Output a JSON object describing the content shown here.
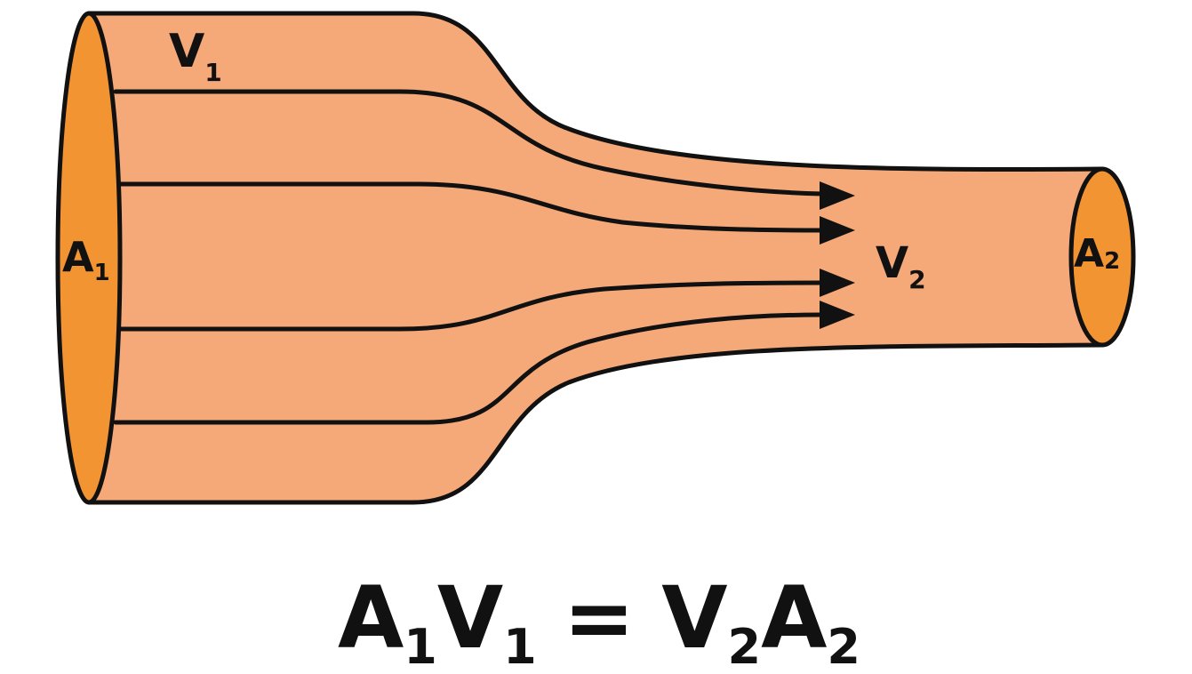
{
  "diagram": {
    "labels": {
      "v1_main": "V",
      "v1_sub": "1",
      "a1_main": "A",
      "a1_sub": "1",
      "v2_main": "V",
      "v2_sub": "2",
      "a2_main": "A",
      "a2_sub": "2"
    },
    "equation": {
      "t1": "A",
      "s1": "1",
      "t2": "V",
      "s2": "1",
      "eq": "=",
      "t3": "V",
      "s3": "2",
      "t4": "A",
      "s4": "2"
    },
    "colors": {
      "tube_fill": "#f5a878",
      "end_fill": "#f39433",
      "stroke": "#111111"
    }
  }
}
